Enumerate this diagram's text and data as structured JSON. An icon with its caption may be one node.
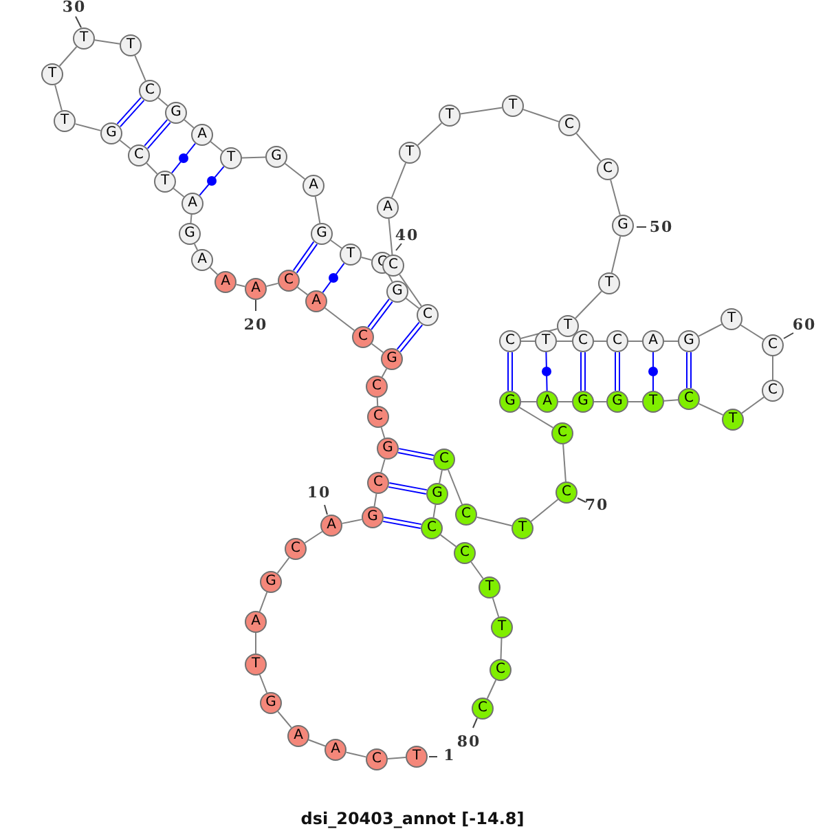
{
  "diagram": {
    "caption": "dsi_20403_annot [-14.8]",
    "nodes": [
      {
        "text": [
          "T"
        ],
        "beside": [
          "1"
        ]
      },
      {
        "text": [
          "C"
        ]
      },
      {
        "text": [
          "A"
        ]
      },
      {
        "text": [
          "A"
        ]
      },
      {
        "text": [
          "G"
        ]
      },
      {
        "text": [
          "T"
        ]
      },
      {
        "text": [
          "A"
        ]
      },
      {
        "text": [
          "G"
        ]
      },
      {
        "text": [
          "C"
        ]
      },
      {
        "text": [
          "A"
        ],
        "beside": [
          "10"
        ]
      },
      {
        "text": [
          "G"
        ]
      },
      {
        "text": [
          "C"
        ]
      },
      {
        "text": [
          "G"
        ]
      },
      {
        "text": [
          "C"
        ]
      },
      {
        "text": [
          "C"
        ]
      },
      {
        "text": [
          "G"
        ]
      },
      {
        "text": [
          "C"
        ]
      },
      {
        "text": [
          "A"
        ]
      },
      {
        "text": [
          "C"
        ]
      },
      {
        "text": [
          "A"
        ],
        "beside": [
          "20"
        ]
      },
      {
        "text": [
          "A"
        ]
      },
      {
        "text": [
          "A"
        ]
      },
      {
        "text": [
          "G"
        ]
      },
      {
        "text": [
          "A"
        ]
      },
      {
        "text": [
          "T"
        ]
      },
      {
        "text": [
          "C"
        ]
      },
      {
        "text": [
          "G"
        ]
      },
      {
        "text": [
          "T"
        ]
      },
      {
        "text": [
          "T"
        ]
      },
      {
        "text": [
          "T"
        ],
        "beside": [
          "30"
        ]
      },
      {
        "text": [
          "T"
        ]
      },
      {
        "text": [
          "C"
        ]
      },
      {
        "text": [
          "G"
        ]
      },
      {
        "text": [
          "A"
        ]
      },
      {
        "text": [
          "T"
        ]
      },
      {
        "text": [
          "G"
        ]
      },
      {
        "text": [
          "A"
        ]
      },
      {
        "text": [
          "G"
        ]
      },
      {
        "text": [
          "T"
        ]
      },
      {
        "text": [
          "C"
        ],
        "beside": [
          "40"
        ]
      },
      {
        "text": [
          "G"
        ]
      },
      {
        "text": [
          "C"
        ]
      },
      {
        "text": [
          "C"
        ]
      },
      {
        "text": [
          "A"
        ]
      },
      {
        "text": [
          "T"
        ]
      },
      {
        "text": [
          "T"
        ]
      },
      {
        "text": [
          "T"
        ]
      },
      {
        "text": [
          "C"
        ]
      },
      {
        "text": [
          "C"
        ]
      },
      {
        "text": [
          "G"
        ],
        "beside": [
          "50"
        ]
      },
      {
        "text": [
          "T"
        ]
      },
      {
        "text": [
          "T"
        ]
      },
      {
        "text": [
          "C"
        ]
      },
      {
        "text": [
          "T"
        ]
      },
      {
        "text": [
          "C"
        ]
      },
      {
        "text": [
          "C"
        ]
      },
      {
        "text": [
          "A"
        ]
      },
      {
        "text": [
          "G"
        ]
      },
      {
        "text": [
          "T"
        ]
      },
      {
        "text": [
          "C"
        ],
        "beside": [
          "60"
        ]
      },
      {
        "text": [
          "C"
        ]
      },
      {
        "text": [
          "T"
        ]
      },
      {
        "text": [
          "C"
        ]
      },
      {
        "text": [
          "T"
        ]
      },
      {
        "text": [
          "G"
        ]
      },
      {
        "text": [
          "G"
        ]
      },
      {
        "text": [
          "A"
        ]
      },
      {
        "text": [
          "G"
        ]
      },
      {
        "text": [
          "C"
        ]
      },
      {
        "text": [
          "C"
        ],
        "beside": [
          "70"
        ]
      },
      {
        "text": [
          "T"
        ]
      },
      {
        "text": [
          "C"
        ]
      },
      {
        "text": [
          "C"
        ]
      },
      {
        "text": [
          "G"
        ]
      },
      {
        "text": [
          "C"
        ]
      },
      {
        "text": [
          "C"
        ]
      },
      {
        "text": [
          "T"
        ]
      },
      {
        "text": [
          "T"
        ]
      },
      {
        "text": [
          "C"
        ]
      },
      {
        "text": [
          "C"
        ],
        "beside": [
          "80"
        ]
      }
    ],
    "edges": [
      {
        "from": 0,
        "to": 1,
        "arrow": "none"
      },
      {
        "from": 1,
        "to": 2,
        "arrow": "none"
      },
      {
        "from": 2,
        "to": 3,
        "arrow": "none"
      },
      {
        "from": 3,
        "to": 4,
        "arrow": "none"
      },
      {
        "from": 4,
        "to": 5,
        "arrow": "none"
      },
      {
        "from": 5,
        "to": 6,
        "arrow": "none"
      },
      {
        "from": 6,
        "to": 7,
        "arrow": "none"
      },
      {
        "from": 7,
        "to": 8,
        "arrow": "none"
      },
      {
        "from": 8,
        "to": 9,
        "arrow": "none"
      },
      {
        "from": 9,
        "to": 10,
        "arrow": "none"
      },
      {
        "from": 10,
        "to": 11,
        "arrow": "none"
      },
      {
        "from": 11,
        "to": 12,
        "arrow": "none"
      },
      {
        "from": 12,
        "to": 13,
        "arrow": "none"
      },
      {
        "from": 13,
        "to": 14,
        "arrow": "none"
      },
      {
        "from": 14,
        "to": 15,
        "arrow": "none"
      },
      {
        "from": 15,
        "to": 16,
        "arrow": "none"
      },
      {
        "from": 16,
        "to": 17,
        "arrow": "none"
      },
      {
        "from": 17,
        "to": 18,
        "arrow": "none"
      },
      {
        "from": 18,
        "to": 19,
        "arrow": "none"
      },
      {
        "from": 19,
        "to": 20,
        "arrow": "none"
      },
      {
        "from": 20,
        "to": 21,
        "arrow": "none"
      },
      {
        "from": 21,
        "to": 22,
        "arrow": "none"
      },
      {
        "from": 22,
        "to": 23,
        "arrow": "none"
      },
      {
        "from": 23,
        "to": 24,
        "arrow": "none"
      },
      {
        "from": 24,
        "to": 25,
        "arrow": "none"
      },
      {
        "from": 25,
        "to": 26,
        "arrow": "none"
      },
      {
        "from": 26,
        "to": 27,
        "arrow": "none"
      },
      {
        "from": 27,
        "to": 28,
        "arrow": "none"
      },
      {
        "from": 28,
        "to": 29,
        "arrow": "none"
      },
      {
        "from": 29,
        "to": 30,
        "arrow": "none"
      },
      {
        "from": 30,
        "to": 31,
        "arrow": "none"
      },
      {
        "from": 31,
        "to": 32,
        "arrow": "none"
      },
      {
        "from": 32,
        "to": 33,
        "arrow": "none"
      },
      {
        "from": 33,
        "to": 34,
        "arrow": "none"
      },
      {
        "from": 34,
        "to": 35,
        "arrow": "none"
      },
      {
        "from": 35,
        "to": 36,
        "arrow": "none"
      },
      {
        "from": 36,
        "to": 37,
        "arrow": "none"
      },
      {
        "from": 37,
        "to": 38,
        "arrow": "none"
      },
      {
        "from": 38,
        "to": 39,
        "arrow": "none"
      },
      {
        "from": 39,
        "to": 40,
        "arrow": "none"
      },
      {
        "from": 40,
        "to": 41,
        "arrow": "none"
      },
      {
        "from": 41,
        "to": 42,
        "arrow": "none"
      },
      {
        "from": 42,
        "to": 43,
        "arrow": "none"
      },
      {
        "from": 43,
        "to": 44,
        "arrow": "none"
      },
      {
        "from": 44,
        "to": 45,
        "arrow": "none"
      },
      {
        "from": 45,
        "to": 46,
        "arrow": "none"
      },
      {
        "from": 46,
        "to": 47,
        "arrow": "none"
      },
      {
        "from": 47,
        "to": 48,
        "arrow": "none"
      },
      {
        "from": 48,
        "to": 49,
        "arrow": "none"
      },
      {
        "from": 49,
        "to": 50,
        "arrow": "none"
      },
      {
        "from": 50,
        "to": 51,
        "arrow": "none"
      },
      {
        "from": 51,
        "to": 52,
        "arrow": "none"
      },
      {
        "from": 52,
        "to": 53,
        "arrow": "none"
      },
      {
        "from": 53,
        "to": 54,
        "arrow": "none"
      },
      {
        "from": 54,
        "to": 55,
        "arrow": "none"
      },
      {
        "from": 55,
        "to": 56,
        "arrow": "none"
      },
      {
        "from": 56,
        "to": 57,
        "arrow": "none"
      },
      {
        "from": 57,
        "to": 58,
        "arrow": "none"
      },
      {
        "from": 58,
        "to": 59,
        "arrow": "none"
      },
      {
        "from": 59,
        "to": 60,
        "arrow": "none"
      },
      {
        "from": 60,
        "to": 61,
        "arrow": "none"
      },
      {
        "from": 61,
        "to": 62,
        "arrow": "none"
      },
      {
        "from": 62,
        "to": 63,
        "arrow": "none"
      },
      {
        "from": 63,
        "to": 64,
        "arrow": "none"
      },
      {
        "from": 64,
        "to": 65,
        "arrow": "none"
      },
      {
        "from": 65,
        "to": 66,
        "arrow": "none"
      },
      {
        "from": 66,
        "to": 67,
        "arrow": "none"
      },
      {
        "from": 67,
        "to": 68,
        "arrow": "none"
      },
      {
        "from": 68,
        "to": 69,
        "arrow": "none"
      },
      {
        "from": 69,
        "to": 70,
        "arrow": "none"
      },
      {
        "from": 70,
        "to": 71,
        "arrow": "none"
      },
      {
        "from": 71,
        "to": 72,
        "arrow": "none"
      },
      {
        "from": 72,
        "to": 73,
        "arrow": "none"
      },
      {
        "from": 73,
        "to": 74,
        "arrow": "none"
      },
      {
        "from": 74,
        "to": 75,
        "arrow": "none"
      },
      {
        "from": 75,
        "to": 76,
        "arrow": "none"
      },
      {
        "from": 76,
        "to": 77,
        "arrow": "none"
      },
      {
        "from": 77,
        "to": 78,
        "arrow": "none"
      },
      {
        "from": 78,
        "to": 79,
        "arrow": "none"
      },
      {
        "from": 10,
        "to": 74,
        "arrow": "none",
        "color": "#0000ff"
      },
      {
        "from": 11,
        "to": 73,
        "arrow": "none",
        "color": "#0000ff"
      },
      {
        "from": 12,
        "to": 72,
        "arrow": "none",
        "color": "#0000ff"
      },
      {
        "from": 15,
        "to": 41,
        "arrow": "none",
        "color": "#0000ff"
      },
      {
        "from": 16,
        "to": 40,
        "arrow": "none",
        "color": "#0000ff"
      },
      {
        "from": 17,
        "to": 38,
        "arrow": "none",
        "color": "#0000ff"
      },
      {
        "from": 18,
        "to": 37,
        "arrow": "none",
        "color": "#0000ff"
      },
      {
        "from": 23,
        "to": 34,
        "arrow": "none",
        "color": "#0000ff"
      },
      {
        "from": 24,
        "to": 33,
        "arrow": "none",
        "color": "#0000ff"
      },
      {
        "from": 25,
        "to": 32,
        "arrow": "none",
        "color": "#0000ff"
      },
      {
        "from": 26,
        "to": 31,
        "arrow": "none",
        "color": "#0000ff"
      },
      {
        "from": 52,
        "to": 67,
        "arrow": "none",
        "color": "#0000ff"
      },
      {
        "from": 53,
        "to": 66,
        "arrow": "none",
        "color": "#0000ff"
      },
      {
        "from": 54,
        "to": 65,
        "arrow": "none",
        "color": "#0000ff"
      },
      {
        "from": 55,
        "to": 64,
        "arrow": "none",
        "color": "#0000ff"
      },
      {
        "from": 56,
        "to": 63,
        "arrow": "none",
        "color": "#0000ff"
      },
      {
        "from": 57,
        "to": 62,
        "arrow": "none",
        "color": "#0000ff"
      }
    ]
  }
}
